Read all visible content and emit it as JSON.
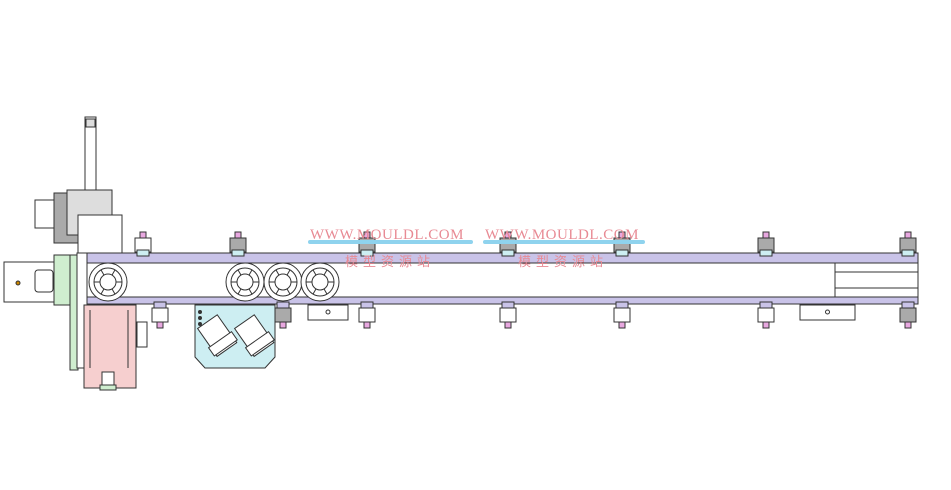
{
  "watermarks": [
    {
      "url": "WWW.MOULDL.COM",
      "cn": "模型资源站"
    },
    {
      "url": "WWW.MOULDL.COM",
      "cn": "模型资源站"
    }
  ],
  "colors": {
    "line": "#333333",
    "rail": "#c9c3e8",
    "pink": "#f6cfcf",
    "cyan": "#cdeef2",
    "green": "#cfeecf",
    "watermark": "#e88a94",
    "bolt": "#e8a8e0"
  }
}
